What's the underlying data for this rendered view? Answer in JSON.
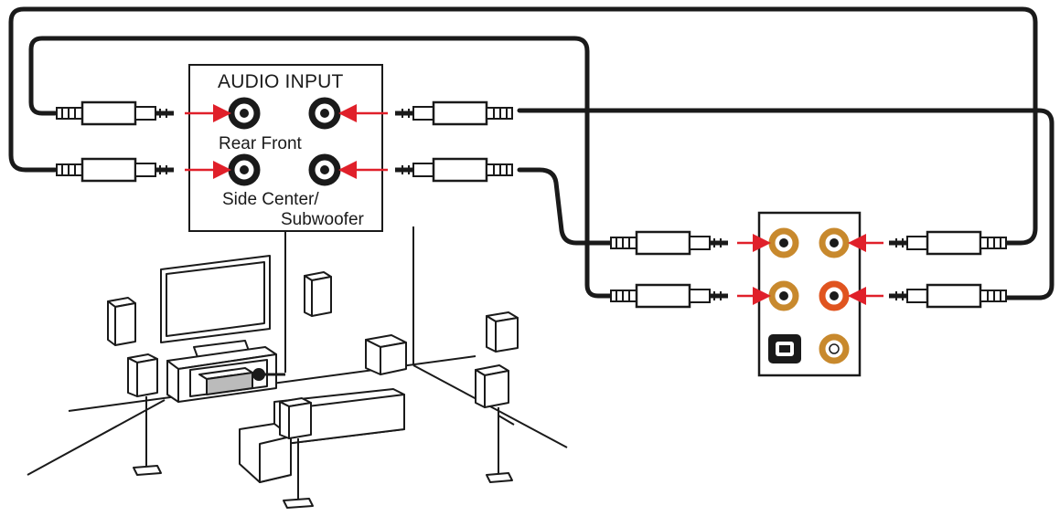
{
  "panel": {
    "title": "AUDIO INPUT",
    "row1_label": "Rear Front",
    "row2_label_line1": "Side Center/",
    "row2_label_line2": "Subwoofer"
  },
  "colors": {
    "line": "#1a1a1a",
    "arrow": "#e0202a",
    "jack_gold": "#c8892d",
    "jack_orange": "#e0541f",
    "background": "#ffffff"
  }
}
